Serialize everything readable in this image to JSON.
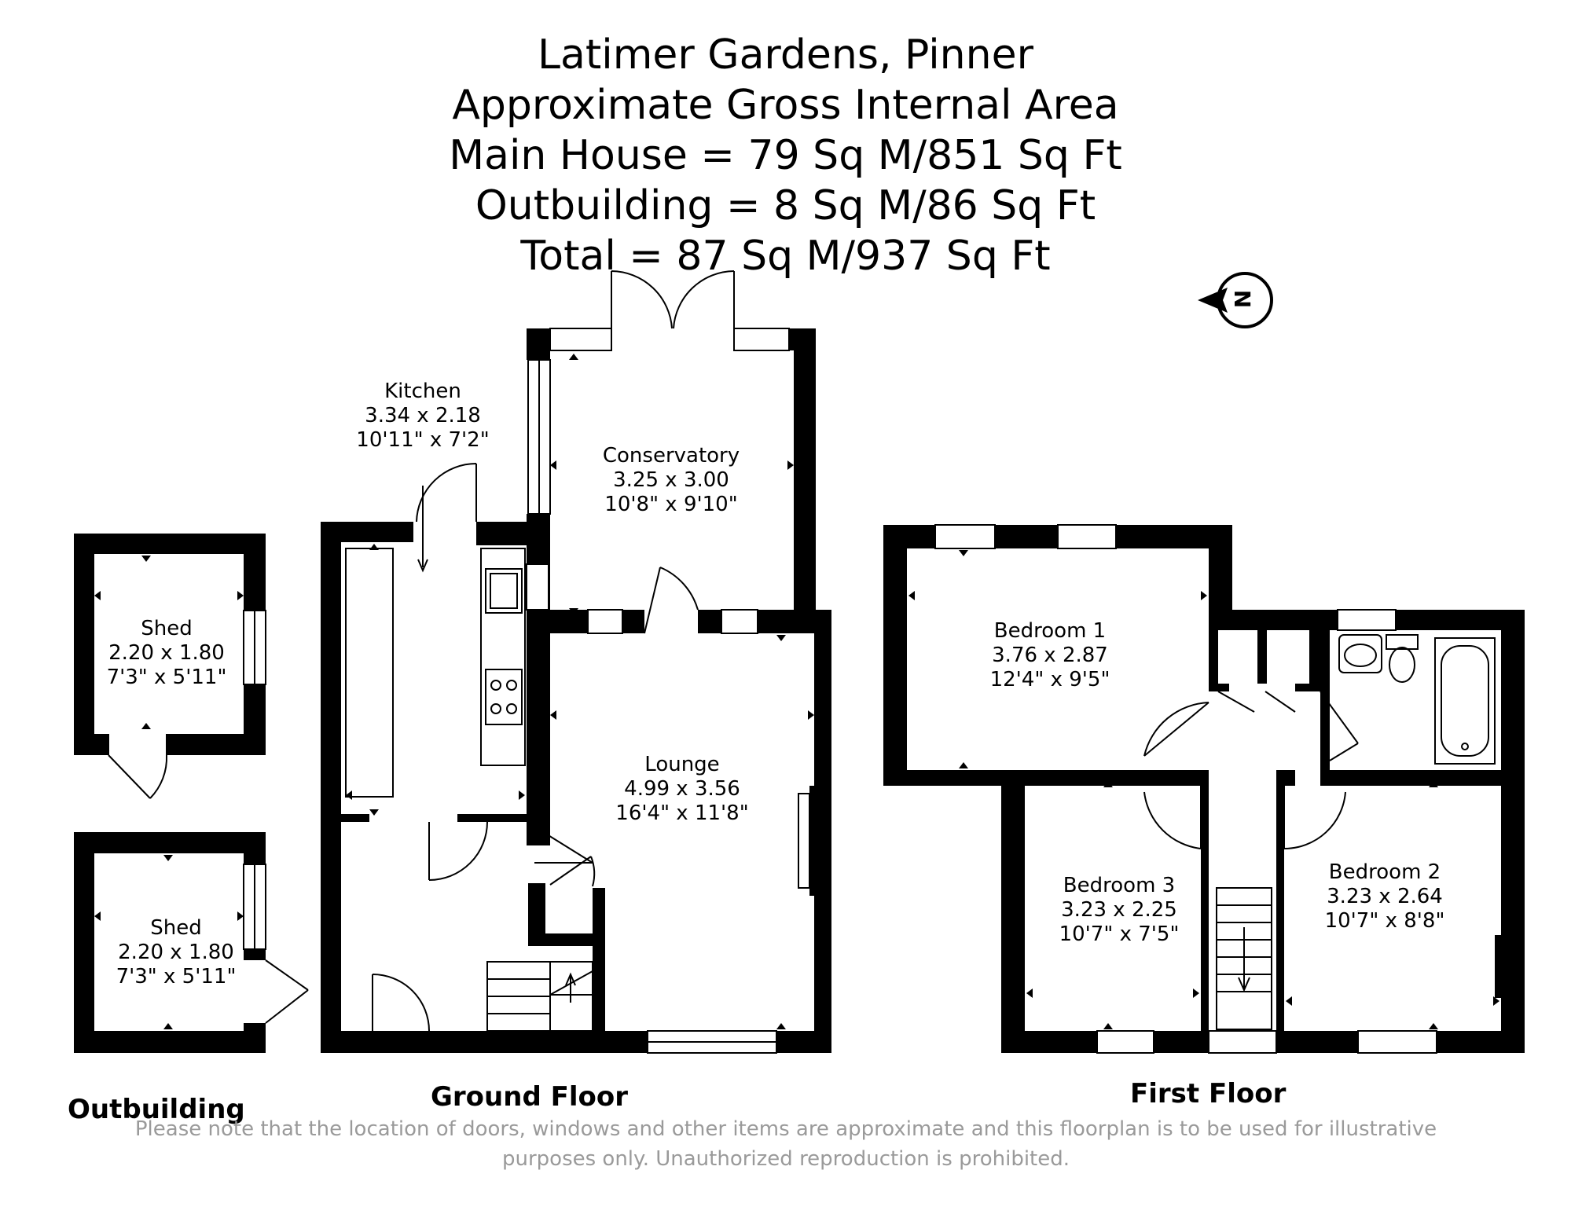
{
  "header": {
    "address": "Latimer Gardens, Pinner",
    "area_heading": "Approximate Gross Internal Area",
    "main_house": "Main House = 79 Sq M/851 Sq Ft",
    "outbuilding": "Outbuilding = 8 Sq M/86 Sq Ft",
    "total": "Total = 87 Sq M/937 Sq Ft"
  },
  "compass": {
    "label": "N",
    "icon": "north-arrow-icon"
  },
  "floors": {
    "outbuilding": "Outbuilding",
    "ground": "Ground Floor",
    "first": "First Floor"
  },
  "rooms": {
    "kitchen": {
      "name": "Kitchen",
      "metric": "3.34 x 2.18",
      "imperial": "10'11\" x 7'2\""
    },
    "conservatory": {
      "name": "Conservatory",
      "metric": "3.25 x 3.00",
      "imperial": "10'8\" x 9'10\""
    },
    "lounge": {
      "name": "Lounge",
      "metric": "4.99 x 3.56",
      "imperial": "16'4\" x 11'8\""
    },
    "shed_1": {
      "name": "Shed",
      "metric": "2.20 x 1.80",
      "imperial": "7'3\" x 5'11\""
    },
    "shed_2": {
      "name": "Shed",
      "metric": "2.20 x 1.80",
      "imperial": "7'3\" x 5'11\""
    },
    "bedroom_1": {
      "name": "Bedroom 1",
      "metric": "3.76 x 2.87",
      "imperial": "12'4\" x 9'5\""
    },
    "bedroom_2": {
      "name": "Bedroom 2",
      "metric": "3.23 x 2.64",
      "imperial": "10'7\" x 8'8\""
    },
    "bedroom_3": {
      "name": "Bedroom 3",
      "metric": "3.23 x 2.25",
      "imperial": "10'7\" x 7'5\""
    }
  },
  "disclaimer": {
    "line1": "Please note that the location of doors, windows and other items are approximate and this floorplan is to be used for illustrative",
    "line2": "purposes only. Unauthorized reproduction is prohibited."
  },
  "colors": {
    "wall": "#000000",
    "disclaimer": "#9a9a9a",
    "background": "#ffffff"
  }
}
